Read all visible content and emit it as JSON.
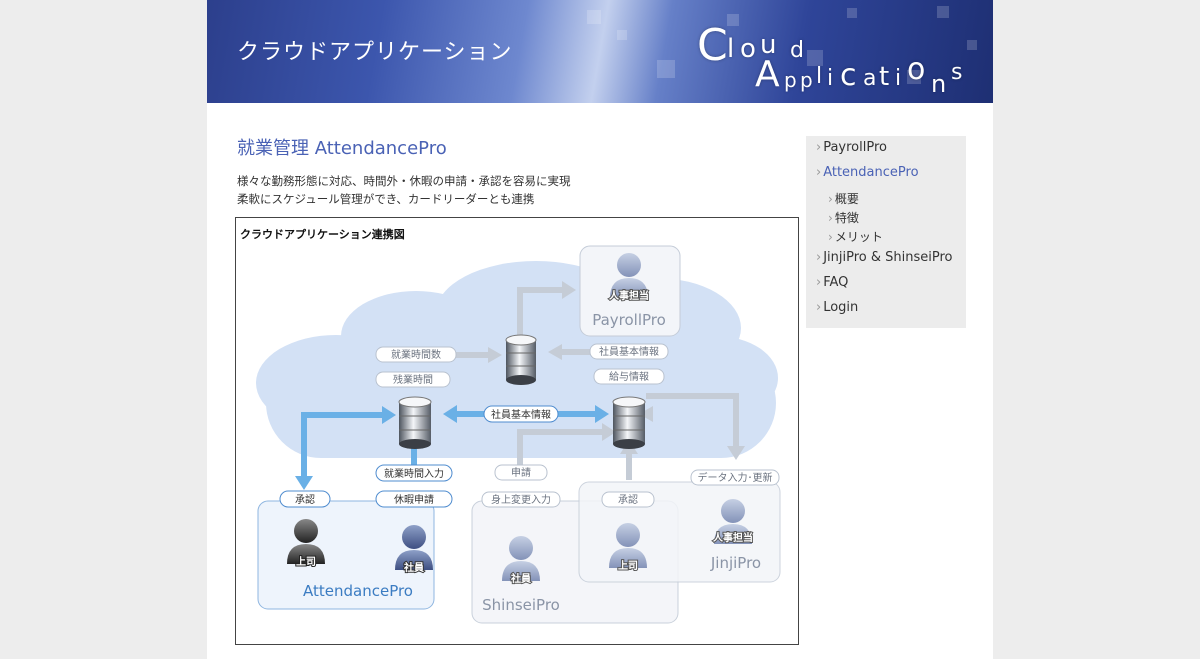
{
  "banner": {
    "title": "クラウドアプリケーション",
    "logo_letters": [
      "C",
      "l",
      "o",
      "u",
      "d",
      "A",
      "p",
      "p",
      "l",
      "i",
      "c",
      "a",
      "t",
      "i",
      "o",
      "n",
      "s"
    ]
  },
  "main": {
    "heading": "就業管理 AttendancePro",
    "description": [
      "様々な勤務形態に対応、時間外・休暇の申請・承認を容易に実現",
      "柔軟にスケジュール管理ができ、カードリーダーとも連携"
    ]
  },
  "diagram": {
    "title": "クラウドアプリケーション連携図",
    "labels": {
      "work_hours_count": "就業時間数",
      "overtime": "残業時間",
      "employee_info_top": "社員基本情報",
      "salary_info": "給与情報",
      "employee_info_mid": "社員基本情報",
      "work_hours_input": "就業時間入力",
      "approval_left": "承認",
      "leave_request": "休暇申請",
      "application": "申請",
      "personal_change": "身上変更入力",
      "approval_right": "承認",
      "data_entry": "データ入力･更新"
    },
    "persons": {
      "hr": "人事担当",
      "boss": "上司",
      "employee": "社員"
    },
    "apps": {
      "payroll": "PayrollPro",
      "attendance": "AttendancePro",
      "shinsei": "ShinseiPro",
      "jinji": "JinjiPro"
    }
  },
  "sidebar": {
    "items": [
      {
        "label": "PayrollPro",
        "level": 0,
        "active": false
      },
      {
        "label": "AttendancePro",
        "level": 0,
        "active": true
      },
      {
        "label": "概要",
        "level": 1,
        "active": false
      },
      {
        "label": "特徴",
        "level": 1,
        "active": false
      },
      {
        "label": "メリット",
        "level": 1,
        "active": false
      },
      {
        "label": "JinjiPro & ShinseiPro",
        "level": 0,
        "active": false
      },
      {
        "label": "FAQ",
        "level": 0,
        "active": false
      },
      {
        "label": "Login",
        "level": 0,
        "active": false
      }
    ]
  },
  "colors": {
    "accent": "#4a62b5",
    "cloud": "#d3e1f5",
    "arrow_blue": "#6ab0e6",
    "arrow_gray": "#c5ccd6"
  }
}
